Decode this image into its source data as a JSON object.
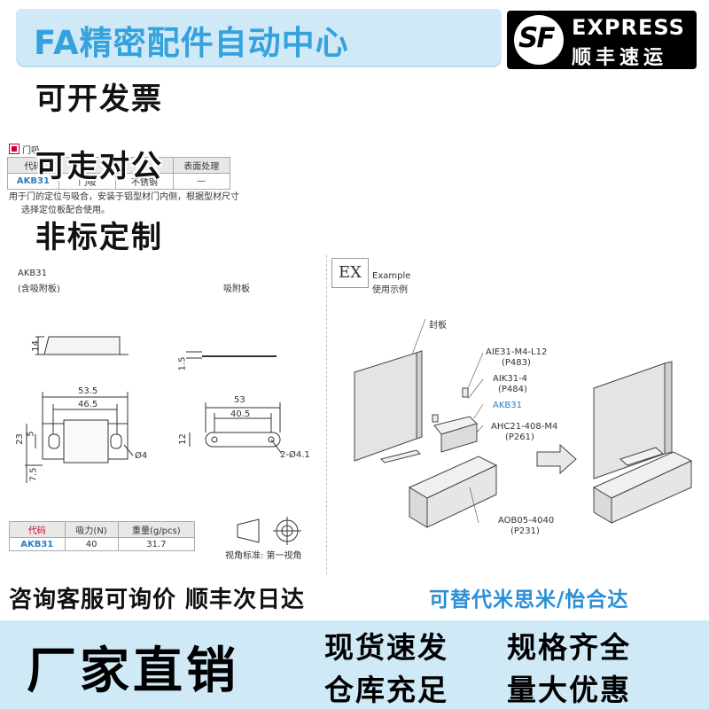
{
  "header": {
    "title": "FA精密配件自动中心",
    "sf_logo": "SF",
    "sf_express": "EXPRESS",
    "sf_cn": "顺丰速运"
  },
  "stamps": [
    "可开发票",
    "可走对公",
    "非标定制"
  ],
  "product": {
    "category": "门吸",
    "table_headers": [
      "代码",
      "",
      "",
      "表面处理"
    ],
    "table_row": [
      "AKB31",
      "门吸",
      "不锈钢",
      "—"
    ],
    "note_line1": "用于门的定位与吸合，安装于铝型材门内侧，根据型材尺寸",
    "note_line2": "选择定位板配合使用。"
  },
  "drawing": {
    "model": "AKB31",
    "model_sub": "(含吸附板)",
    "plate_label": "吸附板",
    "dims": {
      "d535": "53.5",
      "d465": "46.5",
      "d14": "14",
      "d23": "23",
      "d5": "5",
      "d75": "7.5",
      "dphi4": "Ø4",
      "d15": "1.5",
      "d53": "53",
      "d405": "40.5",
      "d12": "12",
      "d2phi": "2-Ø4.1"
    },
    "view_label": "视角标准: 第一视角"
  },
  "spec_table": {
    "headers": [
      "代码",
      "吸力(N)",
      "重量(g/pcs)"
    ],
    "row": [
      "AKB31",
      "40",
      "31.7"
    ]
  },
  "example": {
    "ex_mark": "EX",
    "ex_label1": "Example",
    "ex_label2": "使用示例",
    "cover": "封板",
    "p1": "AIE31-M4-L12",
    "p1b": "(P483)",
    "p2": "AIK31-4",
    "p2b": "(P484)",
    "p3": "AKB31",
    "p4": "AHC21-408-M4",
    "p4b": "(P261)",
    "p5": "AOB05-4040",
    "p5b": "(P231)"
  },
  "bottom": {
    "consult": "咨询客服可询价 顺丰次日达",
    "replace": "可替代米思米/怡合达"
  },
  "footer": {
    "main": "厂家直销",
    "items": [
      "现货速发",
      "规格齐全",
      "仓库充足",
      "量大优惠"
    ]
  }
}
